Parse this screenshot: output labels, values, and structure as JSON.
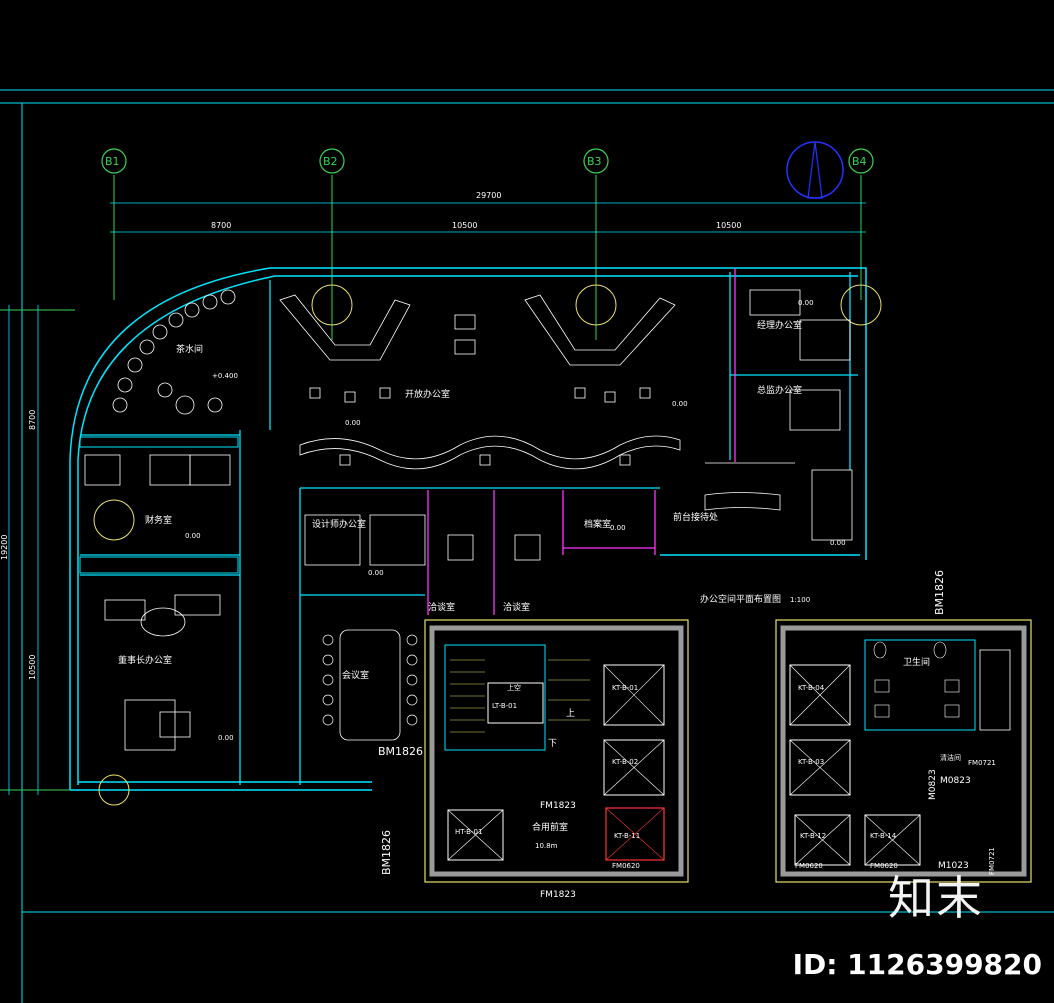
{
  "colors": {
    "background": "#000000",
    "wall": "#00e5ff",
    "axis": "#39d353",
    "partition": "#ff33ff",
    "room_fill": "#9a9a9a",
    "core_border": "#e8e06a",
    "north_arrow": "#2233ff"
  },
  "axes": [
    "B1",
    "B2",
    "B3",
    "B4"
  ],
  "dimensions": {
    "total": "29700",
    "spans": [
      "8700",
      "10500",
      "10500"
    ],
    "left_vertical": [
      "8700",
      "19200",
      "10500"
    ]
  },
  "rooms": {
    "tea_room": "茶水间",
    "open_office": "开放办公室",
    "manager_office": "经理办公室",
    "general_manager_office": "总监办公室",
    "finance": "财务室",
    "chairman_office": "董事长办公室",
    "design_office": "设计师办公室",
    "conference": "会议室",
    "archive": "档案室",
    "reception": "前台接待处",
    "negotiation_1": "洽谈室",
    "negotiation_2": "洽谈室",
    "equipment_room": "合用前室",
    "equipment_area": "10.8m",
    "restroom": "卫生间",
    "cleaning": "清洁间"
  },
  "plan_title": "办公空间平面布置图",
  "plan_scale": "1:100",
  "elevations": {
    "tea": "+0.400",
    "generic": "0.00"
  },
  "door_tags": {
    "bm1826_a": "BM1826",
    "bm1826_b": "BM1826",
    "bm1826_c": "BM1826",
    "fm1823_a": "FM1823",
    "fm1823_b": "FM1823",
    "fm0620_a": "FM0620",
    "fm0620_b": "FM0620",
    "fm0620_c": "FM0620",
    "m0823_a": "M0823",
    "m0823_b": "M0823",
    "m1023": "M1023",
    "fm0721": "FM0721",
    "fm0721b": "FM0721"
  },
  "elevators": {
    "lt": "LT-B-01",
    "kt1": "KT-B-01",
    "kt2": "KT-B-02",
    "kt3": "KT-B-03",
    "kt4": "KT-B-04",
    "kt11": "KT-B-11",
    "kt12": "KT-B-12",
    "kt14": "KT-B-14",
    "ht": "HT-B-01",
    "up": "上",
    "down": "下",
    "up2": "上空"
  },
  "watermark_logo": "知末",
  "watermark_id": "ID: 1126399820"
}
